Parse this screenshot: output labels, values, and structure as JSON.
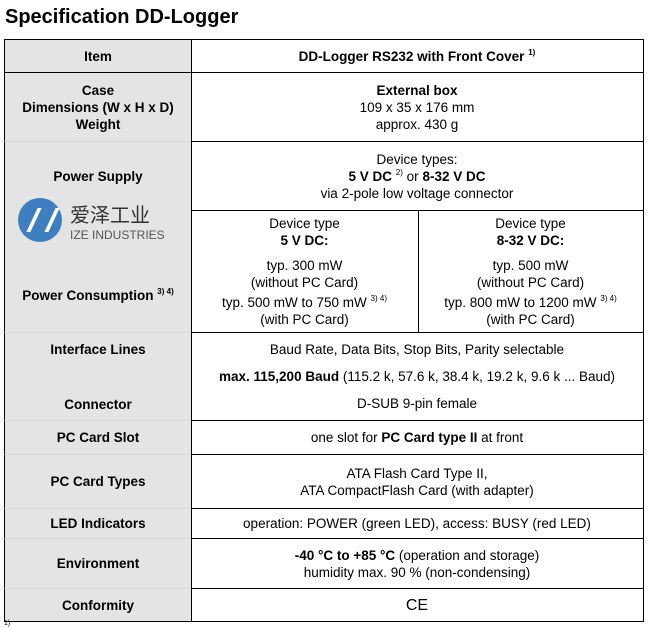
{
  "title": "Specification DD-Logger",
  "header": {
    "item": "Item",
    "product": "DD-Logger RS232 with Front Cover",
    "product_note": "1)"
  },
  "rows": {
    "case": {
      "label1": "Case",
      "label2": "Dimensions (W x H x D)",
      "label3": "Weight",
      "v1": "External box",
      "v2": "109 x 35 x 176 mm",
      "v3": "approx. 430 g"
    },
    "power_supply": {
      "label": "Power Supply",
      "v1": "Device types:",
      "v2a": "5 V DC",
      "v2n": "2)",
      "v2b": " or ",
      "v2c": "8-32 V DC",
      "v3": "via 2-pole low voltage connector"
    },
    "power_consumption": {
      "label": "Power Consumption",
      "note": "3) 4)",
      "left": {
        "type": "Device type",
        "name": "5 V DC:",
        "a": "typ. 300 mW",
        "a2": "(without PC Card)",
        "b": "typ. 500 mW to 750 mW",
        "bn": "3) 4)",
        "b2": "(with PC Card)"
      },
      "right": {
        "type": "Device type",
        "name": "8-32 V DC:",
        "a": "typ. 500 mW",
        "a2": "(without PC Card)",
        "b": "typ. 800 mW to 1200 mW",
        "bn": "3) 4)",
        "b2": "(with PC Card)"
      }
    },
    "interface": {
      "label": "Interface Lines",
      "v1": "Baud Rate, Data Bits, Stop Bits, Parity selectable",
      "v2b": "max. 115,200 Baud",
      "v2": " (115.2 k, 57.6 k, 38.4 k, 19.2 k, 9.6 k ... Baud)"
    },
    "connector": {
      "label": "Connector",
      "v": "D-SUB 9-pin female"
    },
    "pc_slot": {
      "label": "PC Card Slot",
      "v1": "one slot for ",
      "vb": "PC Card type II",
      "v2": " at front"
    },
    "pc_types": {
      "label": "PC Card Types",
      "v1": "ATA Flash Card Type II,",
      "v2": "ATA CompactFlash Card (with adapter)"
    },
    "led": {
      "label": "LED Indicators",
      "v": "operation: POWER (green LED), access: BUSY (red LED)"
    },
    "env": {
      "label": "Environment",
      "vb": "-40 °C to +85 °C",
      "v1": " (operation and storage)",
      "v2": "humidity max. 90 % (non-condensing)"
    },
    "conformity": {
      "label": "Conformity",
      "v": "CE"
    }
  },
  "watermark": {
    "cn": "爱泽工业",
    "en": "IZE INDUSTRIES"
  },
  "footnote": "1)"
}
